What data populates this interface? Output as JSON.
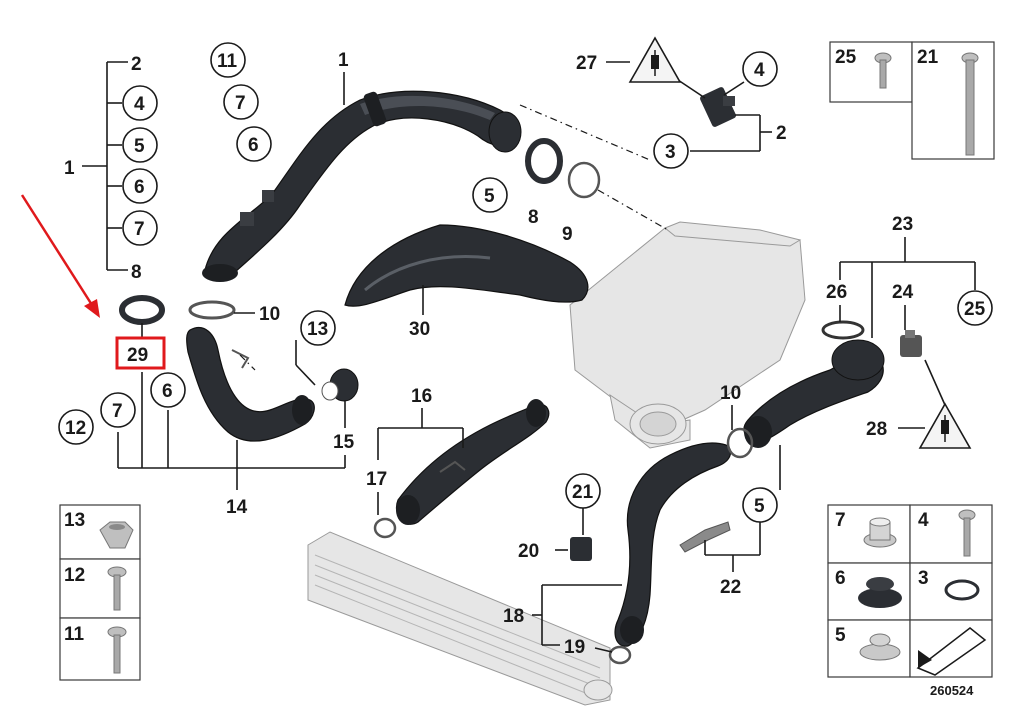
{
  "diagram": {
    "number": "260524",
    "callouts": {
      "c1_top": "1",
      "c1_left": "1",
      "c2_left": "2",
      "c2_right": "2",
      "c3": "3",
      "c4_left": "4",
      "c4_top": "4",
      "c5_left": "5",
      "c5_mid": "5",
      "c5_right": "5",
      "c6_left": "6",
      "c6_top": "6",
      "c6_hose": "6",
      "c7_left": "7",
      "c7_top": "7",
      "c7_bottom": "7",
      "c8_left": "8",
      "c8_mid": "8",
      "c9": "9",
      "c10_left": "10",
      "c10_right": "10",
      "c11_top": "11",
      "c12_left": "12",
      "c13": "13",
      "c14": "14",
      "c15": "15",
      "c16": "16",
      "c17": "17",
      "c18": "18",
      "c19": "19",
      "c20": "20",
      "c21": "21",
      "c22": "22",
      "c23": "23",
      "c24": "24",
      "c25": "25",
      "c26": "26",
      "c27": "27",
      "c28": "28",
      "c29": "29",
      "c30": "30"
    },
    "parts_box_left": [
      "13",
      "12",
      "11"
    ],
    "parts_box_top_right": [
      "25",
      "21"
    ],
    "parts_box_bottom_right": [
      "7",
      "4",
      "6",
      "3",
      "5"
    ],
    "highlight": {
      "label": "29",
      "color": "#e0191c"
    },
    "arrow_color": "#e0191c"
  }
}
